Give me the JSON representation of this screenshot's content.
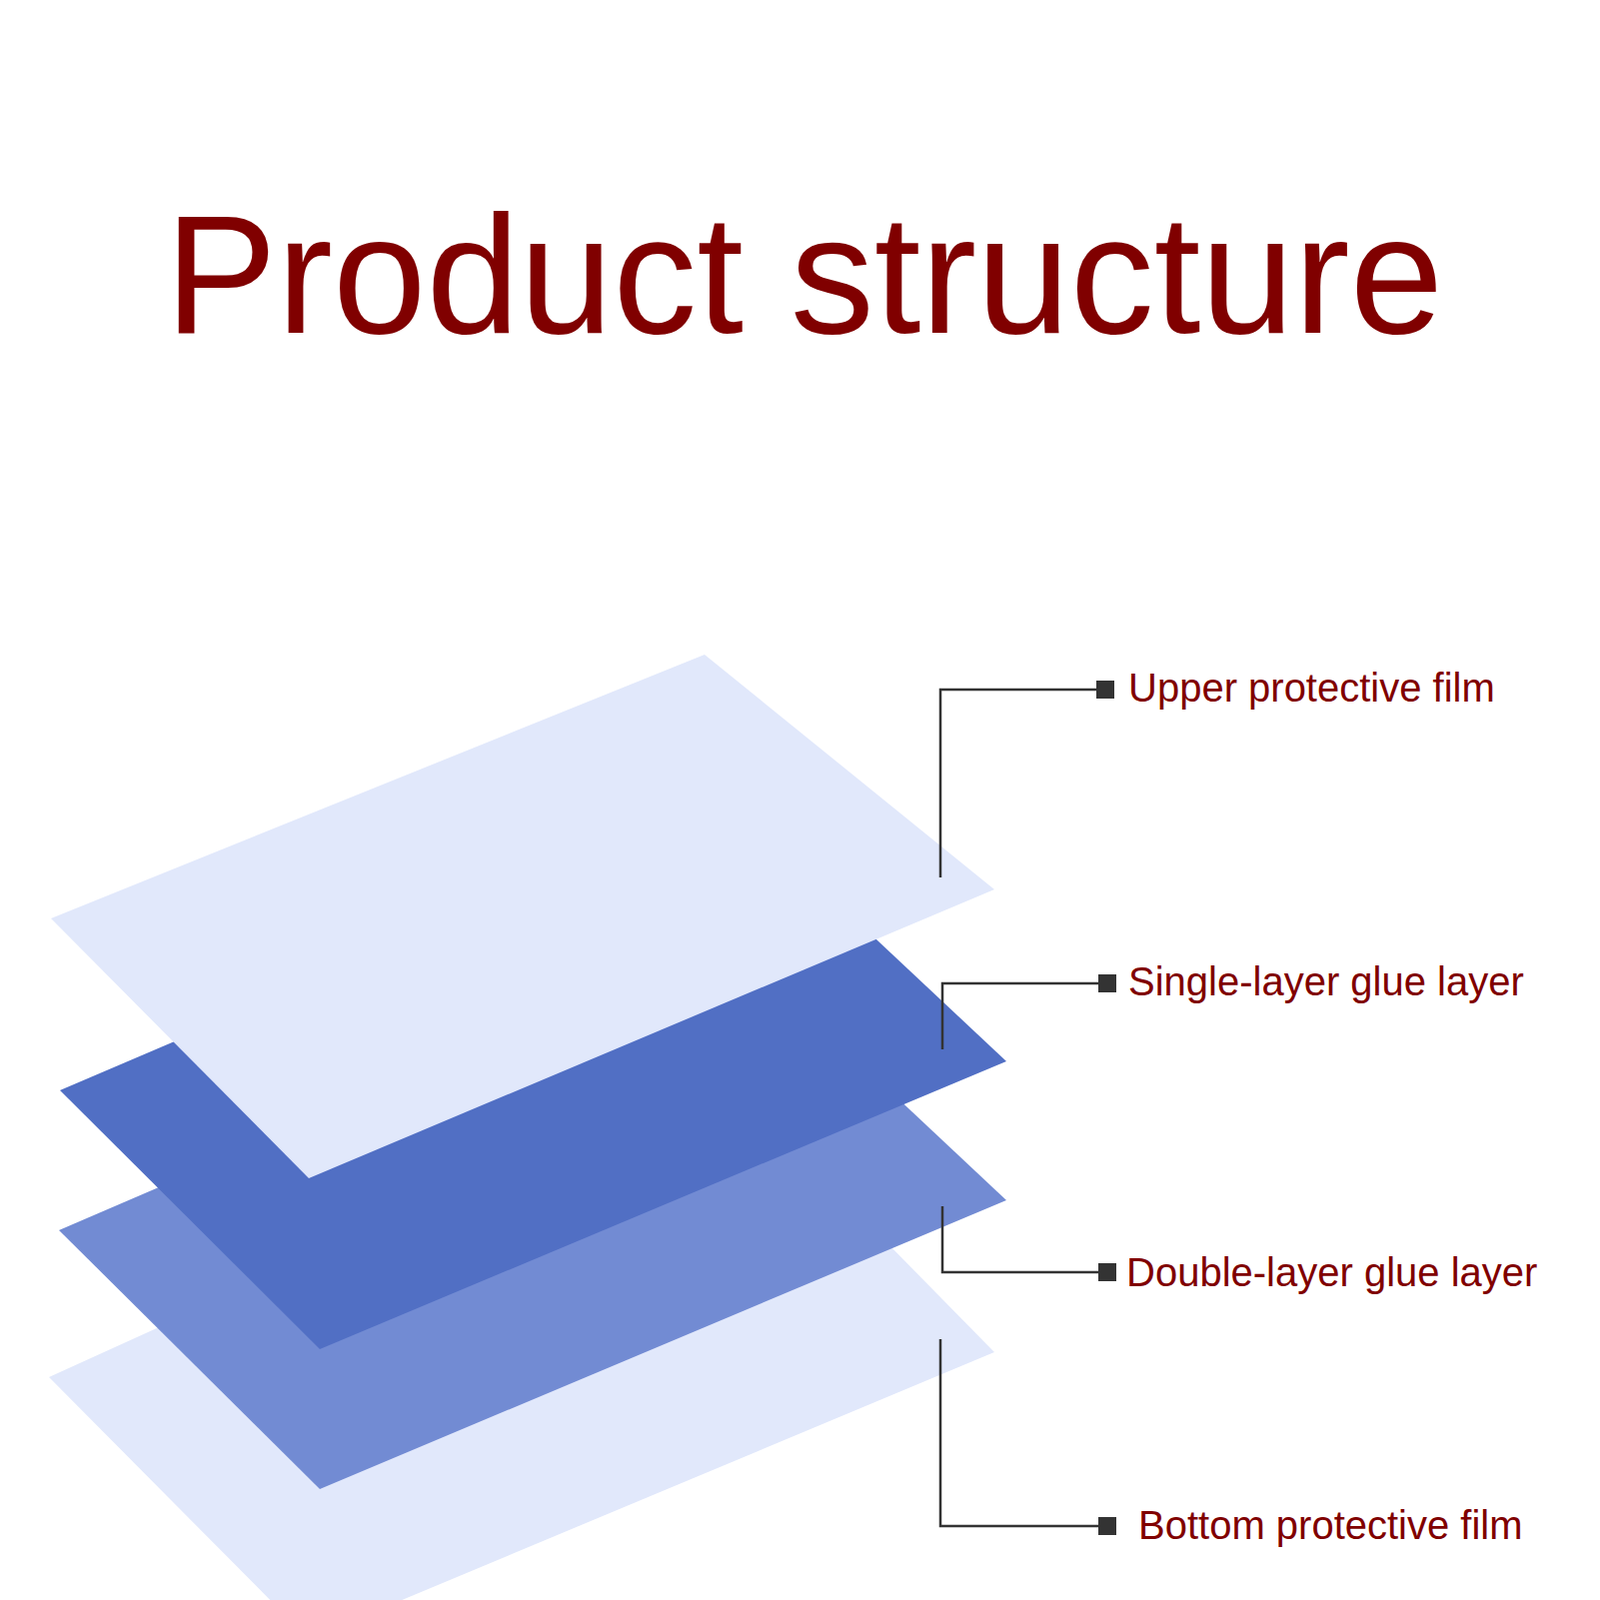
{
  "diagram": {
    "title": "Product structure",
    "labels": [
      "Upper protective film",
      "Single-layer glue layer",
      "Double-layer glue layer",
      "Bottom protective film"
    ]
  }
}
